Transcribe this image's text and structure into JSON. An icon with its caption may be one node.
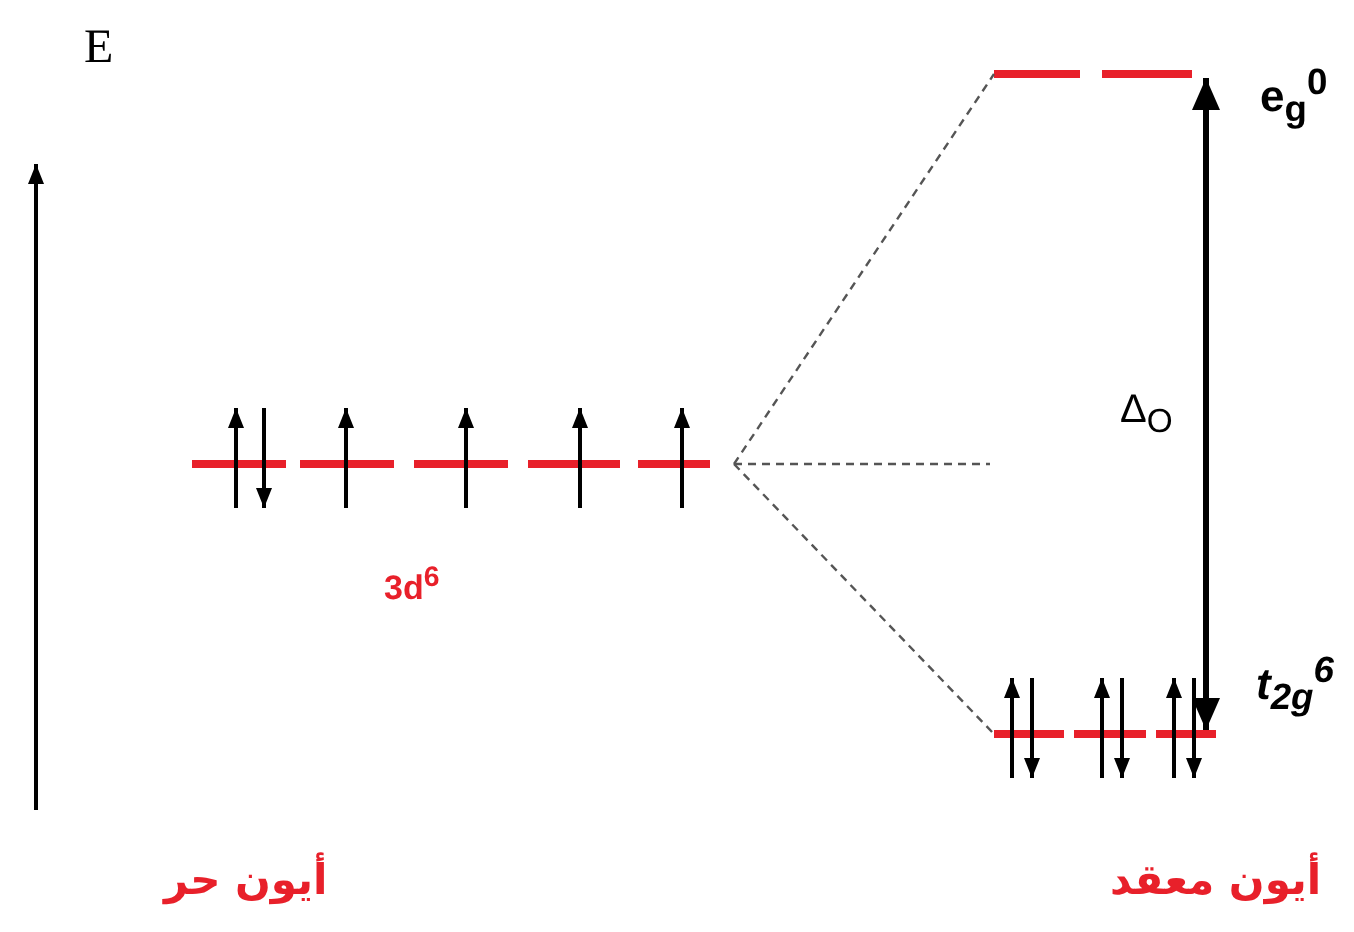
{
  "diagram": {
    "nodes": [
      {
        "text": [],
        "shape": "bar",
        "beside": [
          "3d$^{6}$"
        ]
      },
      {
        "text": [],
        "shape": "bar",
        "beside": [
          "e$_{g}$$^{0}$"
        ]
      },
      {
        "text": [],
        "shape": "bar",
        "beside": [
          "t$_{2g}$$^{6}$"
        ]
      }
    ],
    "edges": [
      {
        "from": 0,
        "to": 1,
        "arrow": "none",
        "style": "dashed"
      },
      {
        "from": 0,
        "to": null,
        "arrow": "none",
        "style": "dashed"
      },
      {
        "from": 0,
        "to": 2,
        "arrow": "none",
        "style": "dashed"
      },
      {
        "from": 1,
        "to": 2,
        "arrow": "both",
        "style": "thick",
        "color": "#000000"
      }
    ],
    "labels": [
      "E",
      "Δ$_{O}$",
      "أيون حر",
      "أيون معقد"
    ]
  }
}
